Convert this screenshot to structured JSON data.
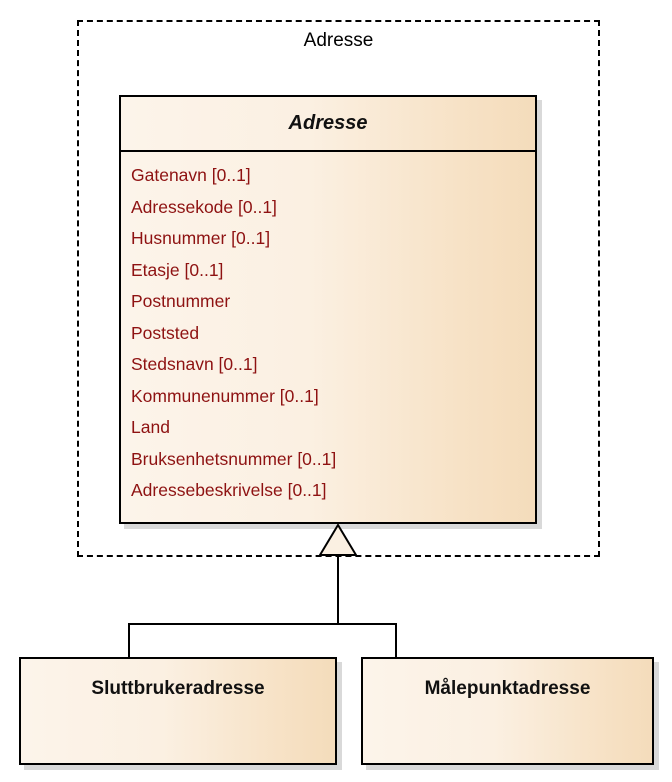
{
  "diagram": {
    "type": "uml-class-diagram",
    "package": {
      "name": "Adresse"
    },
    "superclass": {
      "name": "Adresse",
      "attributes": [
        "Gatenavn [0..1]",
        "Adressekode [0..1]",
        "Husnummer [0..1]",
        "Etasje [0..1]",
        "Postnummer",
        "Poststed",
        "Stedsnavn [0..1]",
        "Kommunenummer [0..1]",
        "Land",
        "Bruksenhetsnummer [0..1]",
        "Adressebeskrivelse [0..1]"
      ]
    },
    "subclasses": [
      {
        "name": "Sluttbrukeradresse"
      },
      {
        "name": "Målepunktadresse"
      }
    ],
    "relationship": {
      "kind": "generalization",
      "marker": "hollow-triangle"
    },
    "colors": {
      "fill_light": "#FCF4EA",
      "fill_dark": "#F4DCBB",
      "border": "#000000",
      "shadow": "#D9D9D9",
      "attribute_text": "#8E1212",
      "class_name_text": "#111111",
      "package_text": "#000000",
      "background": "#FFFFFF"
    }
  }
}
